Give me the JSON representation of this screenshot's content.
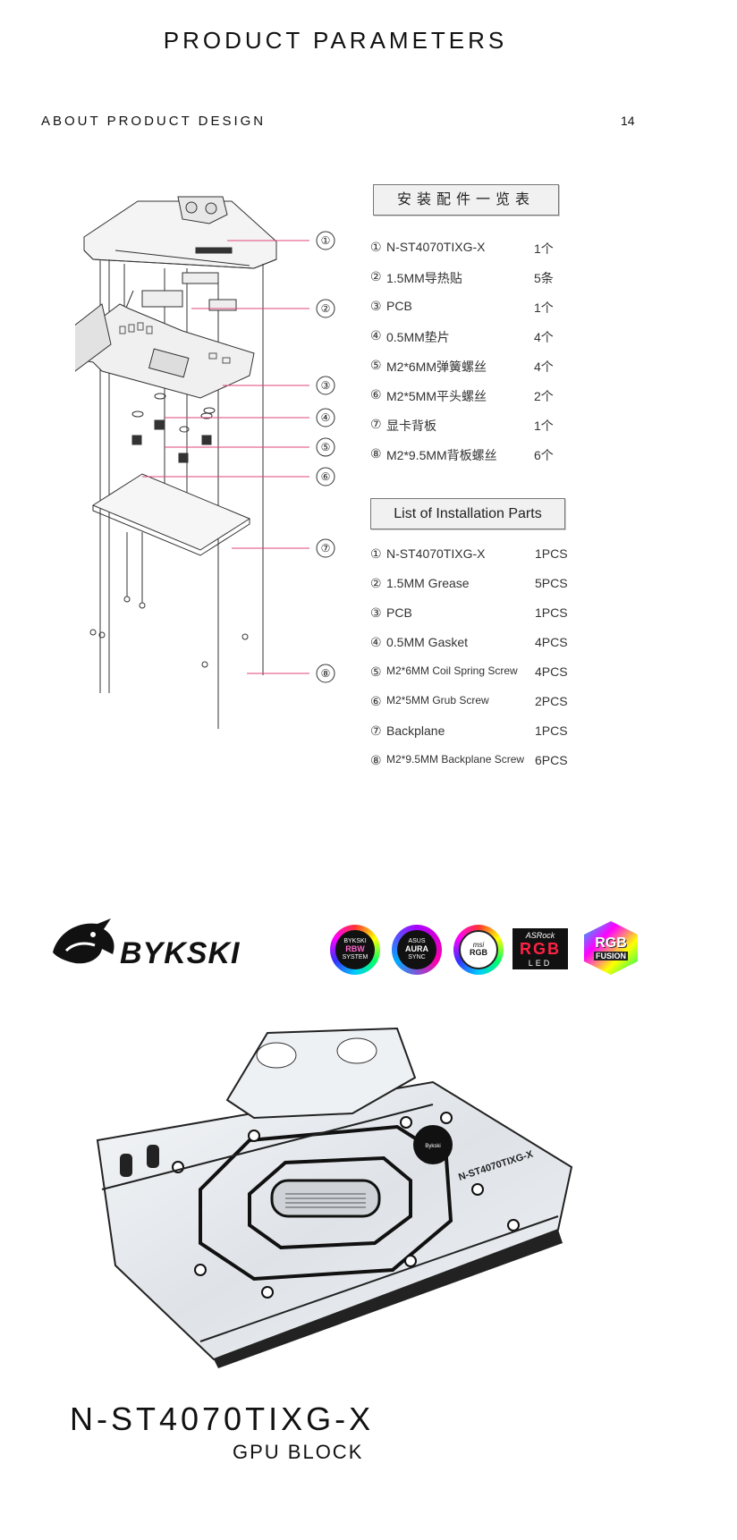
{
  "header": {
    "title": "PRODUCT PARAMETERS",
    "subtitle": "ABOUT PRODUCT DESIGN",
    "page_number": "14"
  },
  "diagram": {
    "callouts": [
      "①",
      "②",
      "③",
      "④",
      "⑤",
      "⑥",
      "⑦",
      "⑧"
    ]
  },
  "parts_cn": {
    "header": "安装配件一览表",
    "items": [
      {
        "num": "①",
        "label": "N-ST4070TIXG-X",
        "qty": "1个"
      },
      {
        "num": "②",
        "label": "1.5MM导热贴",
        "qty": "5条"
      },
      {
        "num": "③",
        "label": " PCB",
        "qty": "1个"
      },
      {
        "num": "④",
        "label": " 0.5MM垫片",
        "qty": "4个"
      },
      {
        "num": "⑤",
        "label": "M2*6MM弹簧螺丝",
        "qty": "4个"
      },
      {
        "num": "⑥",
        "label": "M2*5MM平头螺丝",
        "qty": "2个"
      },
      {
        "num": "⑦",
        "label": " 显卡背板",
        "qty": "1个"
      },
      {
        "num": "⑧",
        "label": "M2*9.5MM背板螺丝",
        "qty": "6个"
      }
    ]
  },
  "parts_en": {
    "header": "List of Installation Parts",
    "items": [
      {
        "num": "①",
        "label": "N-ST4070TIXG-X",
        "qty": "1PCS"
      },
      {
        "num": "②",
        "label": "1.5MM Grease",
        "qty": "5PCS"
      },
      {
        "num": "③",
        "label": "PCB",
        "qty": "1PCS"
      },
      {
        "num": "④",
        "label": "0.5MM Gasket",
        "qty": "4PCS"
      },
      {
        "num": "⑤",
        "label": "M2*6MM Coil Spring Screw",
        "qty": "4PCS"
      },
      {
        "num": "⑥",
        "label": "M2*5MM Grub Screw",
        "qty": "2PCS"
      },
      {
        "num": "⑦",
        "label": "Backplane",
        "qty": "1PCS"
      },
      {
        "num": "⑧",
        "label": "M2*9.5MM Backplane Screw",
        "qty": "6PCS"
      }
    ]
  },
  "brand": {
    "logo_text": "BYKSKI",
    "badges": [
      {
        "name": "rbw-system",
        "lines": [
          "BYKSKI",
          "RBW",
          "SYSTEM"
        ]
      },
      {
        "name": "asus-aura",
        "lines": [
          "ASUS",
          "AURA",
          "SYNC"
        ]
      },
      {
        "name": "msi-rgb",
        "lines": [
          "msi",
          "RGB"
        ]
      },
      {
        "name": "asrock-rgb",
        "lines": [
          "ASRock",
          "RGB",
          "LED"
        ]
      },
      {
        "name": "rgb-fusion",
        "lines": [
          "RGB",
          "FUSION"
        ]
      }
    ]
  },
  "product": {
    "model": "N-ST4070TIXG-X",
    "type": "GPU BLOCK",
    "block_label": "N-ST4070TIXG-X"
  },
  "colors": {
    "callout_line": "#e0457b",
    "text": "#222222"
  }
}
